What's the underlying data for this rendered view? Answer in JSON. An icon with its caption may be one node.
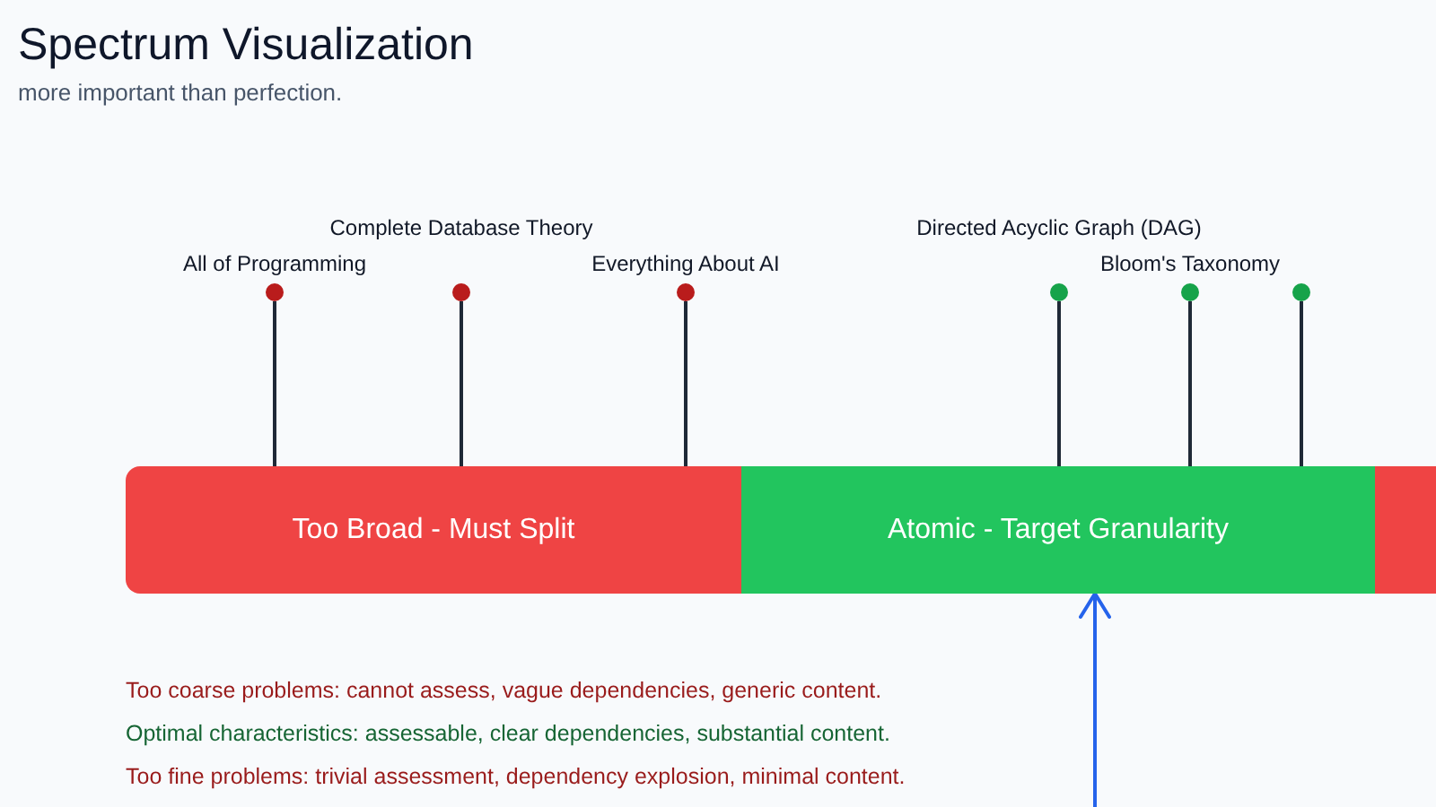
{
  "diagram": {
    "title": "Spectrum Visualization",
    "nodes": [
      {
        "text": [],
        "shape": "circle",
        "beside": [
          "All of Programming"
        ]
      },
      {
        "text": [],
        "shape": "circle",
        "beside": [
          "Complete Database Theory"
        ]
      },
      {
        "text": [],
        "shape": "circle",
        "beside": [
          "Everything About AI"
        ]
      },
      {
        "text": [],
        "shape": "circle",
        "beside": [
          "Directed Acyclic Graph (DAG)"
        ]
      },
      {
        "text": [],
        "shape": "circle",
        "beside": [
          "Bloom's Taxonomy"
        ]
      },
      {
        "text": [],
        "shape": "circle"
      },
      {
        "text": [
          "Too Broad - Must Split"
        ]
      },
      {
        "text": [
          "Atomic - Target Granularity"
        ]
      },
      {
        "text": [],
        "shape": "bar"
      }
    ],
    "edges": [
      {
        "from": 0,
        "to": 6,
        "arrow": "none"
      },
      {
        "from": 1,
        "to": 6,
        "arrow": "none"
      },
      {
        "from": 2,
        "to": 6,
        "arrow": "none"
      },
      {
        "from": 3,
        "to": 7,
        "arrow": "none"
      },
      {
        "from": 4,
        "to": 7,
        "arrow": "none"
      },
      {
        "from": 5,
        "to": 7,
        "arrow": "none"
      },
      {
        "from": null,
        "to": 7,
        "arrow": "to",
        "color": "#2563eb"
      }
    ],
    "labels": [
      "more important than perfection.",
      "Too coarse problems: cannot assess, vague dependencies, generic content.",
      "Optimal characteristics: assessable, clear dependencies, substantial content.",
      "Too fine problems: trivial assessment, dependency explosion, minimal content."
    ]
  }
}
